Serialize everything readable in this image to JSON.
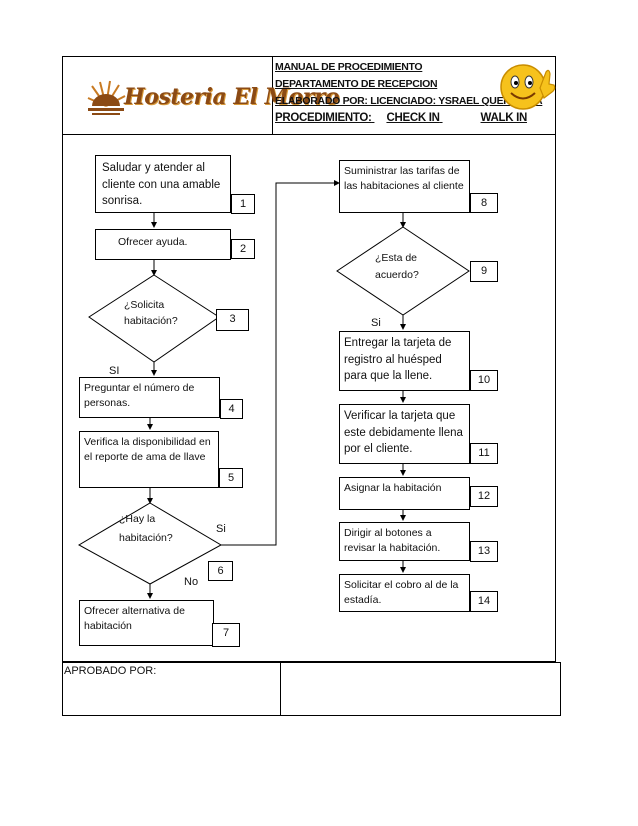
{
  "header": {
    "logo_text": "Hosteria El Morro",
    "line1": "MANUAL DE PROCEDIMIENTO",
    "line2": "DEPARTAMENTO DE RECEPCION",
    "line3": "ELABORADO POR: LICENCIADO: YSRAEL QUEREIGUA",
    "line4_label": "PROCEDIMIENTO:",
    "line4_value1": "CHECK IN",
    "line4_value2": "WALK IN"
  },
  "steps": [
    {
      "text": "Saludar y atender  al cliente con una amable sonrisa.",
      "num": "1"
    },
    {
      "text": "Ofrecer  ayuda.",
      "num": "2"
    },
    {
      "text": "¿Solicita habitación?",
      "num": "3"
    },
    {
      "text": "Preguntar el  número de personas.",
      "num": "4"
    },
    {
      "text": "Verifica la disponibilidad en el reporte de ama de llave",
      "num": "5"
    },
    {
      "text": "¿Hay la habitación?",
      "num": "6"
    },
    {
      "text": "Ofrecer alternativa de habitación",
      "num": "7"
    },
    {
      "text": "Suministrar las tarifas de las habitaciones al cliente",
      "num": "8"
    },
    {
      "text": "¿Esta de acuerdo?",
      "num": "9"
    },
    {
      "text": "Entregar la tarjeta de registro al huésped para que la llene.",
      "num": "10"
    },
    {
      "text": "Verificar  la tarjeta que este debidamente llena por el cliente.",
      "num": "11"
    },
    {
      "text": "Asignar la habitación",
      "num": "12"
    },
    {
      "text": "Dirigir al  botones  a revisar la habitación.",
      "num": "13"
    },
    {
      "text": "Solicitar el cobro al de la estadía.",
      "num": "14"
    }
  ],
  "labels": {
    "si_3": "SI",
    "si_6": "Si",
    "no_6": "No",
    "si_9": "Si"
  },
  "footer": {
    "approved_label": "APROBADO POR:"
  },
  "colors": {
    "logo": "#8b4a14",
    "smiley": "#f6c21c"
  }
}
